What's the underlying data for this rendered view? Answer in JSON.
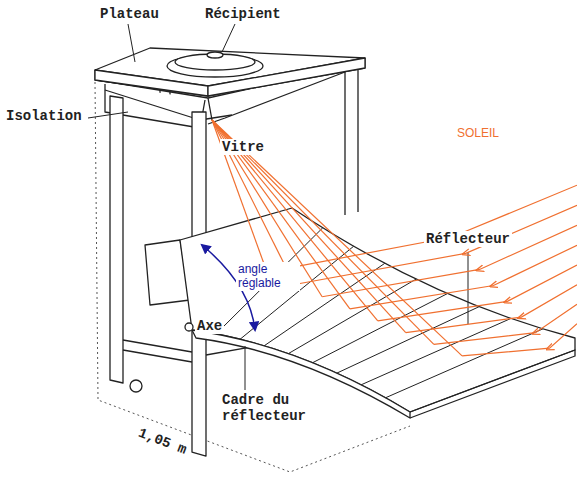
{
  "diagram": {
    "labels": [
      "Plateau",
      "Récipient",
      "Isolation",
      "Vitre",
      "SOLEIL",
      "Réflecteur",
      "angle réglable",
      "Axe",
      "Cadre du réflecteur",
      "1,05 m"
    ]
  }
}
